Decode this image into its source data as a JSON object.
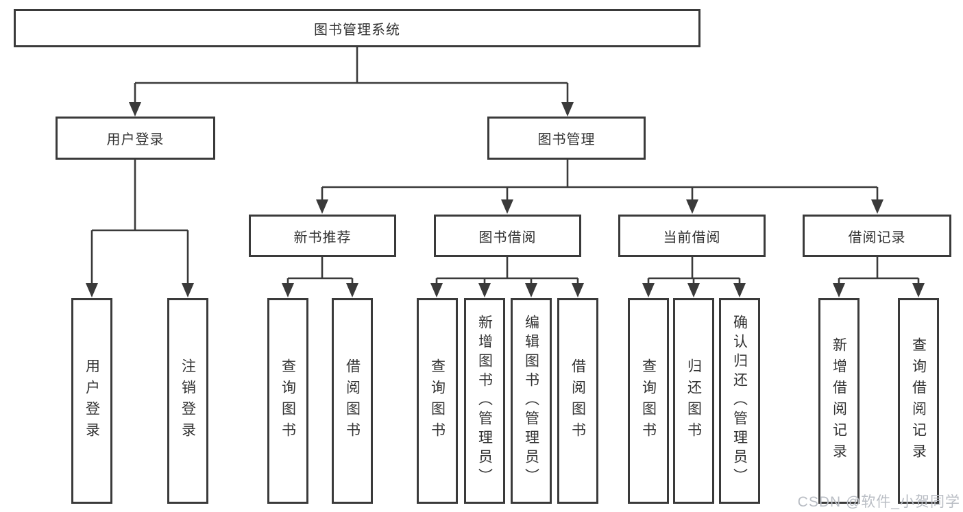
{
  "nodes": {
    "root": "图书管理系统",
    "user_login": "用户登录",
    "book_management": "图书管理",
    "new_book_recommend": "新书推荐",
    "book_borrowing": "图书借阅",
    "current_borrowing": "当前借阅",
    "borrowing_records": "借阅记录",
    "leaf_user_login": "用户登录",
    "leaf_logout": "注销登录",
    "leaf_query_books_recommend": "查询图书",
    "leaf_borrow_books_recommend": "借阅图书",
    "leaf_query_books_borrowing": "查询图书",
    "leaf_add_book_admin": "新增图书（管理员）",
    "leaf_edit_book_admin": "编辑图书（管理员）",
    "leaf_borrow_books_borrowing": "借阅图书",
    "leaf_query_books_current": "查询图书",
    "leaf_return_book": "归还图书",
    "leaf_confirm_return_admin": "确认归还（管理员）",
    "leaf_add_borrow_record": "新增借阅记录",
    "leaf_query_borrow_record": "查询借阅记录"
  },
  "edges": [
    [
      "root",
      "user_login"
    ],
    [
      "root",
      "book_management"
    ],
    [
      "user_login",
      "leaf_user_login"
    ],
    [
      "user_login",
      "leaf_logout"
    ],
    [
      "book_management",
      "new_book_recommend"
    ],
    [
      "book_management",
      "book_borrowing"
    ],
    [
      "book_management",
      "current_borrowing"
    ],
    [
      "book_management",
      "borrowing_records"
    ],
    [
      "new_book_recommend",
      "leaf_query_books_recommend"
    ],
    [
      "new_book_recommend",
      "leaf_borrow_books_recommend"
    ],
    [
      "book_borrowing",
      "leaf_query_books_borrowing"
    ],
    [
      "book_borrowing",
      "leaf_add_book_admin"
    ],
    [
      "book_borrowing",
      "leaf_edit_book_admin"
    ],
    [
      "book_borrowing",
      "leaf_borrow_books_borrowing"
    ],
    [
      "current_borrowing",
      "leaf_query_books_current"
    ],
    [
      "current_borrowing",
      "leaf_return_book"
    ],
    [
      "current_borrowing",
      "leaf_confirm_return_admin"
    ],
    [
      "borrowing_records",
      "leaf_add_borrow_record"
    ],
    [
      "borrowing_records",
      "leaf_query_borrow_record"
    ]
  ],
  "watermark": {
    "text": "CSDN @软件_小贺同学"
  },
  "colors": {
    "line": "#3a3a3a",
    "box_border": "#3a3a3a",
    "text": "#333333",
    "background": "#ffffff",
    "watermark": "#b9bdc4"
  }
}
